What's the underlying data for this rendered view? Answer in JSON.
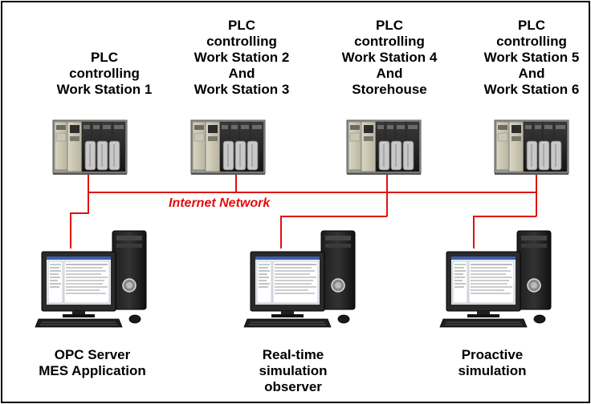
{
  "network": {
    "label": "Internet Network",
    "color": "#e01010"
  },
  "plcs": [
    {
      "lines": [
        "PLC",
        "controlling",
        "Work Station 1"
      ]
    },
    {
      "lines": [
        "PLC",
        "controlling",
        "Work Station 2",
        "And",
        "Work Station 3"
      ]
    },
    {
      "lines": [
        "PLC",
        "controlling",
        "Work Station 4",
        "And",
        "Storehouse"
      ]
    },
    {
      "lines": [
        "PLC",
        "controlling",
        "Work Station 5",
        "And",
        "Work Station 6"
      ]
    }
  ],
  "computers": [
    {
      "lines": [
        "OPC Server",
        "MES Application"
      ]
    },
    {
      "lines": [
        "Real-time",
        "simulation",
        "observer"
      ]
    },
    {
      "lines": [
        "Proactive",
        "simulation"
      ]
    }
  ],
  "icons": {
    "plc": "plc-rack-icon",
    "computer": "desktop-computer-icon"
  }
}
